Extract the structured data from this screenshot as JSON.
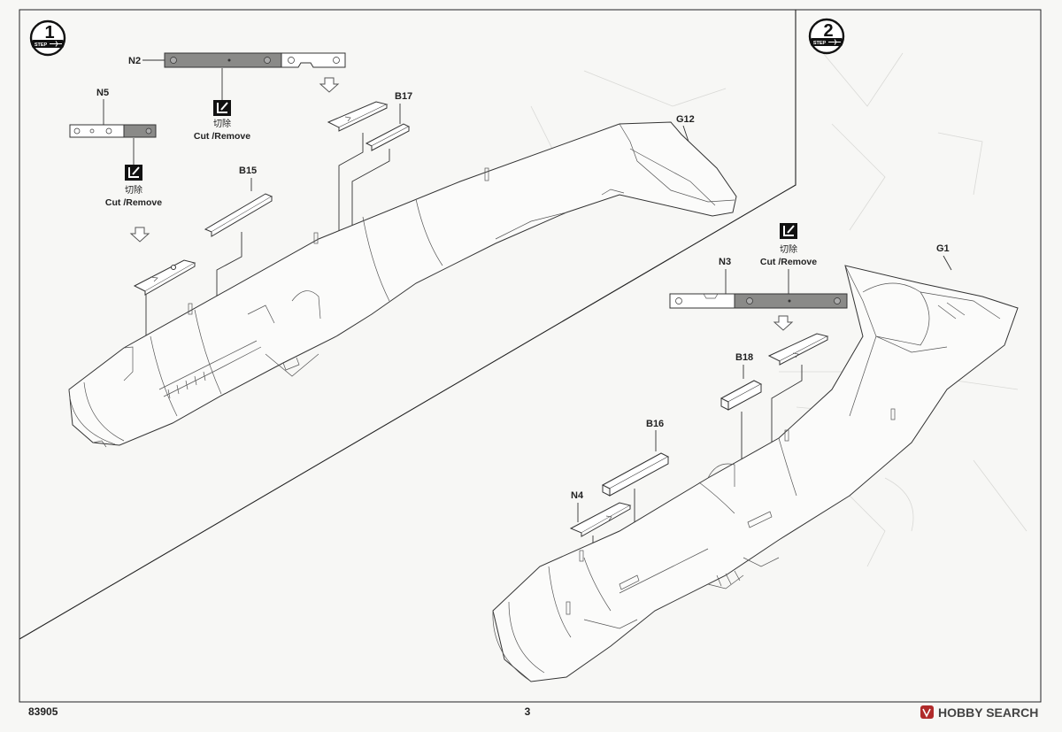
{
  "steps": [
    {
      "number": "1",
      "badge_word": "STEP",
      "part_labels": {
        "n2": "N2",
        "n5": "N5",
        "b17": "B17",
        "b15": "B15",
        "g12": "G12"
      },
      "cut_notes": [
        {
          "cjk": "切除",
          "text": "Cut /Remove"
        },
        {
          "cjk": "切除",
          "text": "Cut /Remove"
        }
      ]
    },
    {
      "number": "2",
      "badge_word": "STEP",
      "part_labels": {
        "n3": "N3",
        "g1": "G1",
        "b18": "B18",
        "b16": "B16",
        "n4": "N4"
      },
      "cut_notes": [
        {
          "cjk": "切除",
          "text": "Cut /Remove"
        }
      ]
    }
  ],
  "footer": {
    "kit_number": "83905",
    "page_number": "3"
  },
  "watermark": {
    "text": "HOBBY SEARCH"
  },
  "icons": [
    "cut-remove-icon",
    "down-arrow-icon",
    "step-badge-icon",
    "plane-icon"
  ]
}
